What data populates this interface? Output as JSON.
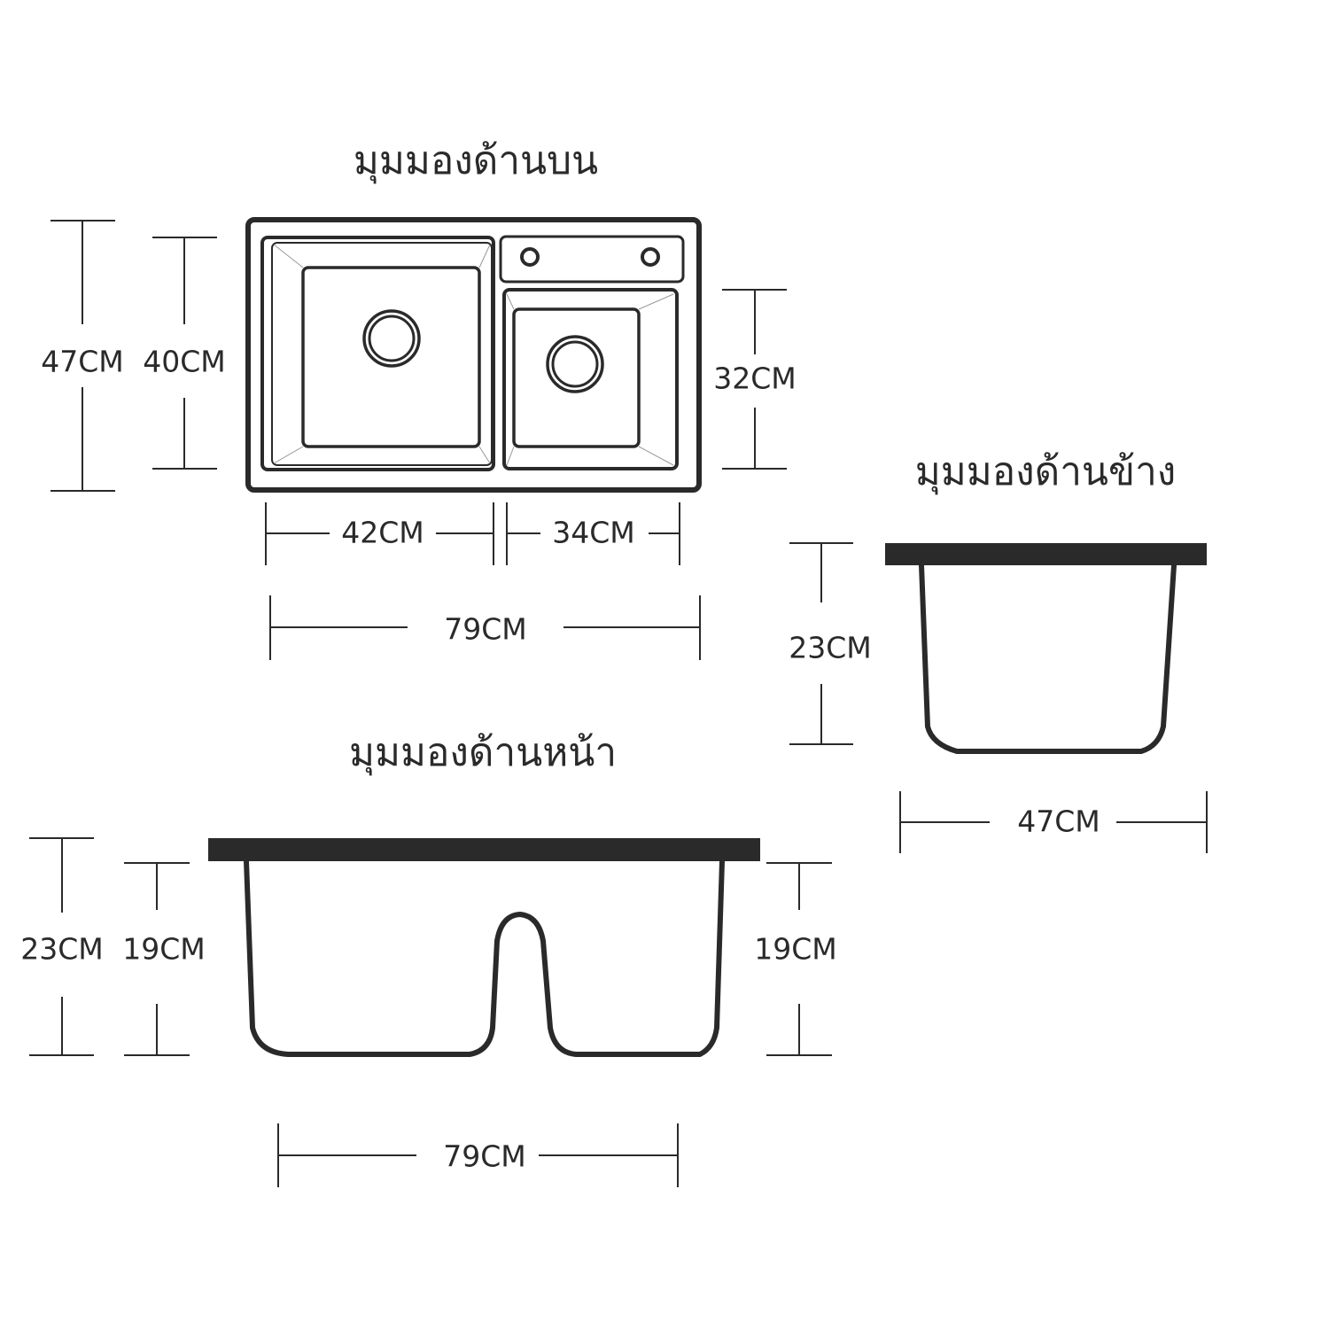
{
  "titles": {
    "top_view": "มุมมองด้านบน",
    "side_view": "มุมมองด้านข้าง",
    "front_view": "มุมมองด้านหน้า"
  },
  "top_view_dims": {
    "overall_depth": "47CM",
    "basin_depth": "40CM",
    "small_basin_depth": "32CM",
    "large_basin_width": "42CM",
    "small_basin_width": "34CM",
    "overall_width": "79CM"
  },
  "side_view_dims": {
    "height": "23CM",
    "depth": "47CM"
  },
  "front_view_dims": {
    "overall_height": "23CM",
    "basin_height_left": "19CM",
    "basin_height_right": "19CM",
    "overall_width": "79CM"
  },
  "colors": {
    "line": "#2a2a2a",
    "background": "#ffffff"
  }
}
